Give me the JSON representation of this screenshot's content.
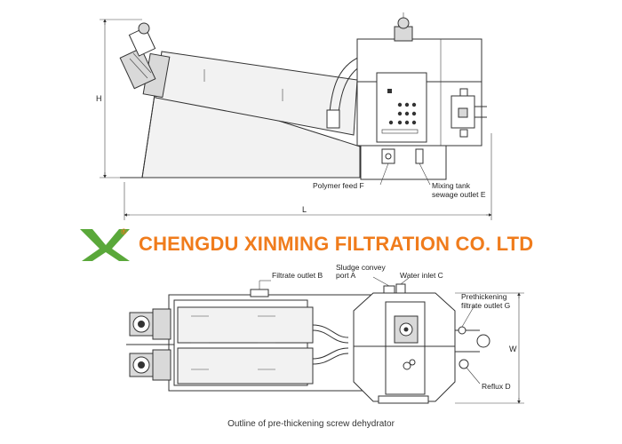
{
  "side_view": {
    "dim_h": "H",
    "dim_l": "L",
    "labels": {
      "polymer_feed": "Polymer feed F",
      "mixing_tank_1": "Mixing tank",
      "mixing_tank_2": "sewage outlet E"
    }
  },
  "banner": {
    "company": "CHENGDU XINMING FILTRATION CO. LTD",
    "colors": {
      "text": "#f07c1c",
      "logo": "#5aa83a",
      "registered": "#f07c1c"
    }
  },
  "top_view": {
    "dim_w": "W",
    "labels": {
      "filtrate_outlet": "Filtrate outlet B",
      "sludge_convey_1": "Sludge convey",
      "sludge_convey_2": "port A",
      "water_inlet": "Water inlet C",
      "prethickening_1": "Prethickening",
      "prethickening_2": "filtrate outlet G",
      "reflux": "Reflux D"
    }
  },
  "caption": "Outline of pre-thickening screw dehydrator"
}
